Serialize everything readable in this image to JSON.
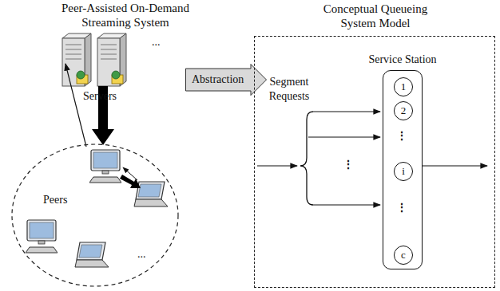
{
  "diagram": {
    "nodes": [
      {
        "text": [
          "Peers"
        ]
      },
      {
        "text": [
          "Abstraction"
        ]
      },
      {
        "text": [
          "Conceptual Queueing System Model"
        ]
      },
      {
        "text": [
          "Service Station"
        ],
        "in": 2
      },
      {
        "text": [
          "1"
        ],
        "in": 3
      },
      {
        "text": [
          "2"
        ],
        "in": 3
      },
      {
        "text": [
          "i"
        ],
        "in": 3
      },
      {
        "text": [
          "c"
        ],
        "in": 3
      }
    ],
    "labels": [
      "Peer-Assisted On-Demand Streaming System",
      "Servers",
      "...",
      "...",
      "Segment Requests",
      "⋮",
      "⋮",
      "⋮"
    ]
  }
}
